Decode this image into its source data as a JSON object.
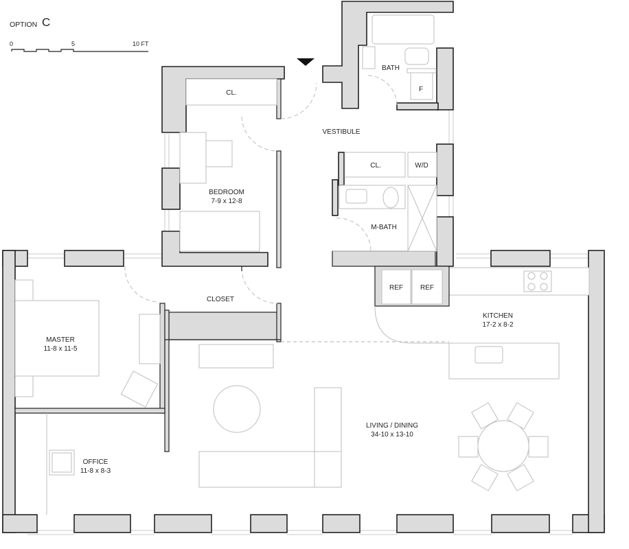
{
  "title": {
    "prefix": "OPTION",
    "letter": "C"
  },
  "scale": {
    "tick_0": "0",
    "tick_5": "5",
    "tick_10": "10 FT"
  },
  "rooms": {
    "bath": "BATH",
    "bath_fixture": "F",
    "closet_bedroom": "CL.",
    "vestibule": "VESTIBULE",
    "closet_vestibule": "CL.",
    "washer_dryer": "W/D",
    "bedroom_name": "BEDROOM",
    "bedroom_size": "7-9 x 12-8",
    "master_bath": "M-BATH",
    "closet": "CLOSET",
    "ref_1": "REF",
    "ref_2": "REF",
    "kitchen_name": "KITCHEN",
    "kitchen_size": "17-2 x 8-2",
    "master_name": "MASTER",
    "master_size": "11-8 x 11-5",
    "living_name": "LIVING / DINING",
    "living_size": "34-10  x 13-10",
    "office_name": "OFFICE",
    "office_size": "11-8 x 8-3"
  }
}
